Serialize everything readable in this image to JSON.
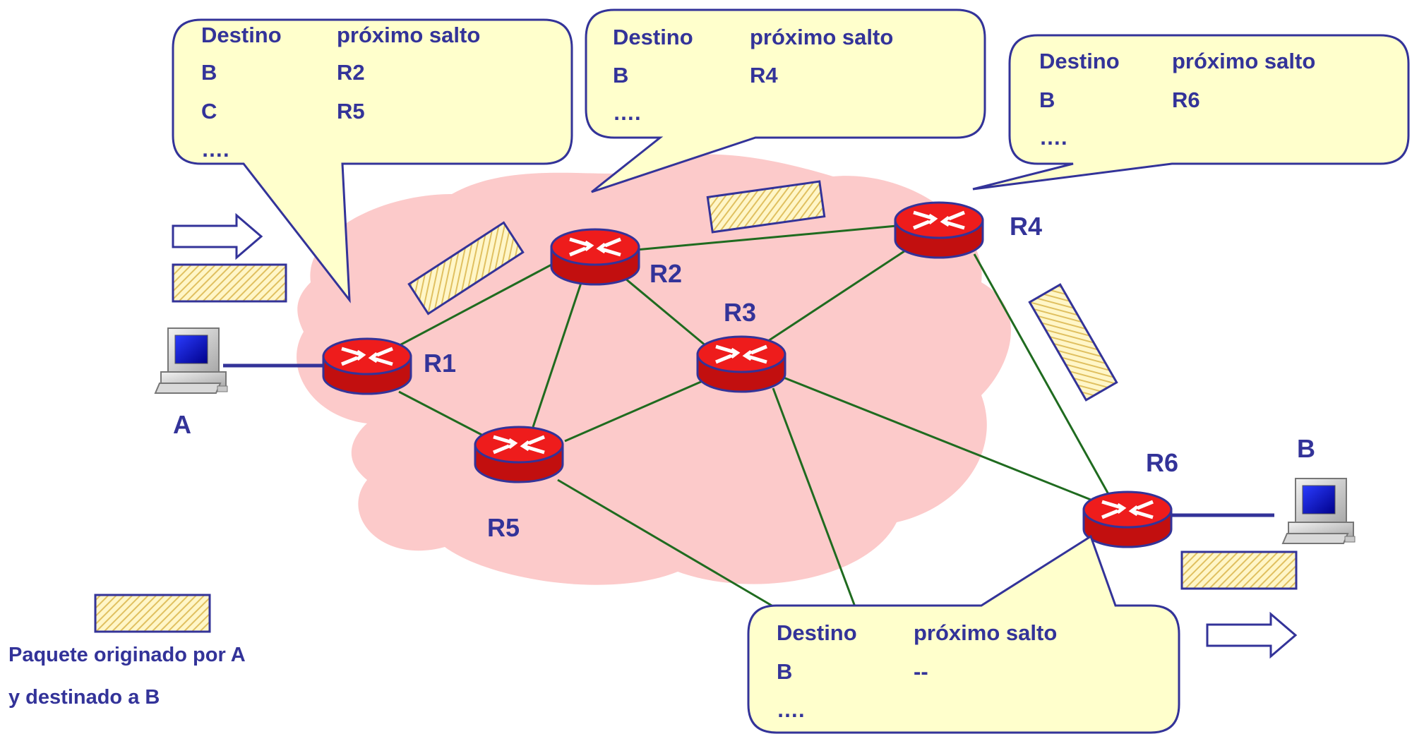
{
  "colors": {
    "cloud": "#fccaca",
    "link": "#1f6b1f",
    "router_fill": "#ee1c1c",
    "router_dark": "#c20f0f",
    "callout_fill": "#ffffcc",
    "outline": "#333399",
    "packet_hatch": "#e6c866"
  },
  "routers": {
    "r1": "R1",
    "r2": "R2",
    "r3": "R3",
    "r4": "R4",
    "r5": "R5",
    "r6": "R6"
  },
  "hosts": {
    "a": "A",
    "b": "B"
  },
  "tables": {
    "r1": {
      "col_dest": "Destino",
      "col_next": "próximo salto",
      "rows": [
        {
          "dest": "B",
          "next": "R2"
        },
        {
          "dest": "C",
          "next": "R5"
        }
      ],
      "more": "…."
    },
    "r2": {
      "col_dest": "Destino",
      "col_next": "próximo salto",
      "rows": [
        {
          "dest": "B",
          "next": "R4"
        }
      ],
      "more": "…."
    },
    "r4": {
      "col_dest": "Destino",
      "col_next": "próximo salto",
      "rows": [
        {
          "dest": "B",
          "next": "R6"
        }
      ],
      "more": "…."
    },
    "r6": {
      "col_dest": "Destino",
      "col_next": "próximo salto",
      "rows": [
        {
          "dest": "B",
          "next": "--"
        }
      ],
      "more": "…."
    }
  },
  "legend": {
    "line1": "Paquete originado por A",
    "line2": "y destinado a B"
  }
}
